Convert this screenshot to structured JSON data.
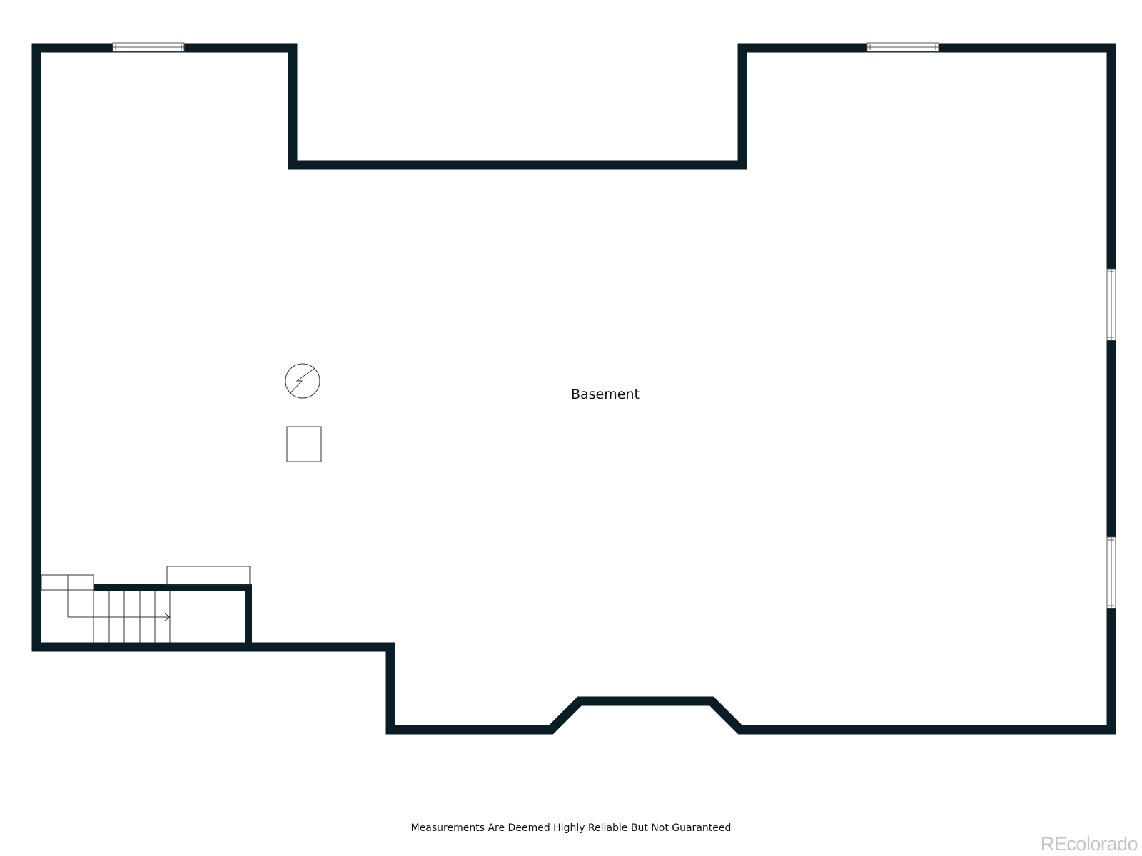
{
  "plan": {
    "room_label": "Basement",
    "wall_color": "#0a1c24",
    "fixtures": [
      "water-heater-icon",
      "furnace-icon",
      "stairs-icon"
    ]
  },
  "footer": {
    "disclaimer": "Measurements Are Deemed Highly Reliable But Not Guaranteed",
    "watermark": "REcolorado"
  }
}
